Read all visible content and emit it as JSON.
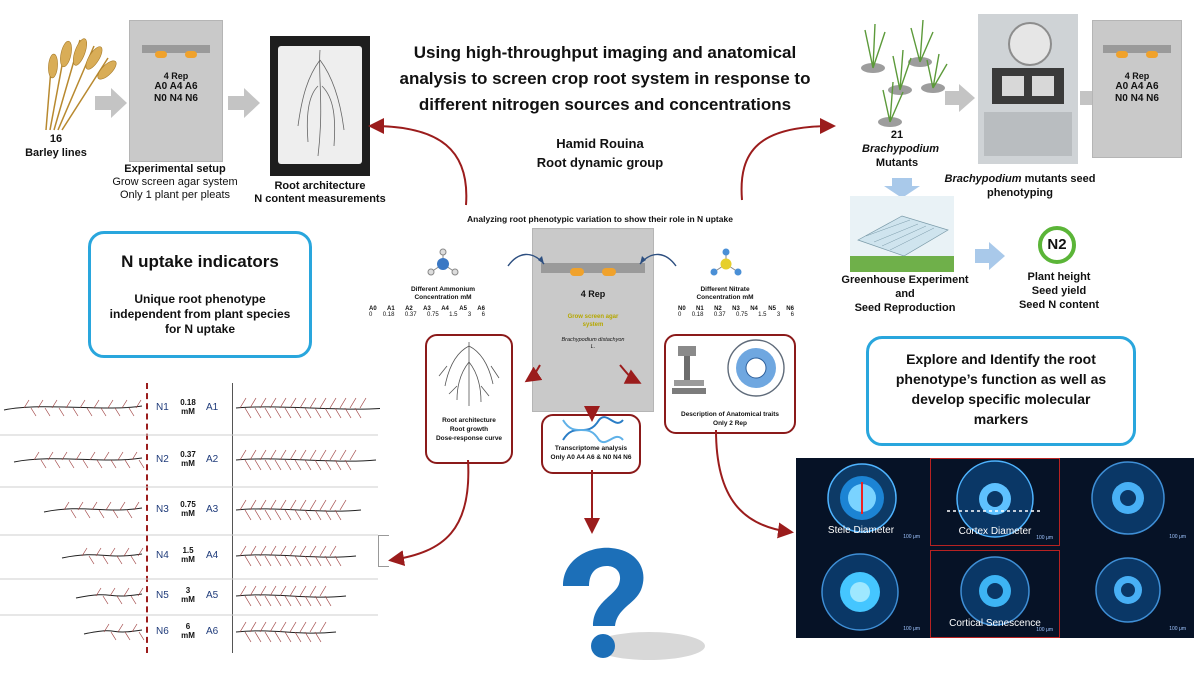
{
  "title": "Using high-throughput imaging and anatomical analysis to screen crop root system in response to different nitrogen sources and concentrations",
  "author": {
    "name": "Hamid Rouina",
    "group": "Root dynamic group"
  },
  "barley": {
    "count": "16",
    "label": "Barley lines"
  },
  "agar_plate": {
    "reps": "4 Rep",
    "line1": "A0 A4 A6",
    "line2": "N0 N4 N6"
  },
  "setup": {
    "title": "Experimental setup",
    "line1": "Grow screen agar system",
    "line2": "Only 1 plant per pleats"
  },
  "root_arch": {
    "title": "Root architecture",
    "line2": "N content measurements"
  },
  "brachy": {
    "count": "21",
    "species": "Brachypodium",
    "label": "Mutants",
    "seed_line1_species": "Brachypodium",
    "seed_line1_rest": " mutants seed",
    "seed_line2": "phenotyping"
  },
  "brachy_plate": {
    "reps": "4 Rep",
    "line1": "A0 A4 A6",
    "line2": "N0 N4 N6"
  },
  "greenhouse": {
    "line1": "Greenhouse Experiment",
    "line2": "and",
    "line3": "Seed Reproduction"
  },
  "n2": {
    "badge": "N2",
    "line1": "Plant height",
    "line2": "Seed yield",
    "line3": "Seed N content"
  },
  "n_uptake": {
    "title": "N uptake indicators",
    "body": "Unique root phenotype independent from plant species for N uptake"
  },
  "explore": {
    "body": "Explore and Identify the root phenotype’s function as well as develop specific molecular markers"
  },
  "center_heading": "Analyzing root phenotypic variation to show their role in N uptake",
  "center_plate": {
    "reps": "4 Rep",
    "system": "Grow screen agar system",
    "species": "Brachypodium distachyon L."
  },
  "ammonium": {
    "title": "Different Ammonium Concentration mM",
    "headers": [
      "A0",
      "A1",
      "A2",
      "A3",
      "A4",
      "A5",
      "A6"
    ],
    "values": [
      "0",
      "0.18",
      "0.37",
      "0.75",
      "1.5",
      "3",
      "6"
    ]
  },
  "nitrate": {
    "title": "Different Nitrate Concentration mM",
    "headers": [
      "N0",
      "N1",
      "N2",
      "N3",
      "N4",
      "N5",
      "N6"
    ],
    "values": [
      "0",
      "0.18",
      "0.37",
      "0.75",
      "1.5",
      "3",
      "6"
    ]
  },
  "box_arch": {
    "line1": "Root architecture",
    "line2": "Root growth",
    "line3": "Dose-response curve"
  },
  "box_transcript": {
    "line1": "Transcriptome analysis",
    "line2": "Only A0 A4 A6 & N0 N4 N6"
  },
  "box_anatomy": {
    "line1": "Description of Anatomical traits",
    "line2": "Only 2 Rep"
  },
  "root_rows": [
    {
      "n": "N1",
      "mm": "0.18",
      "unit": "mM",
      "a": "A1"
    },
    {
      "n": "N2",
      "mm": "0.37",
      "unit": "mM",
      "a": "A2"
    },
    {
      "n": "N3",
      "mm": "0.75",
      "unit": "mM",
      "a": "A3"
    },
    {
      "n": "N4",
      "mm": "1.5",
      "unit": "mM",
      "a": "A4"
    },
    {
      "n": "N5",
      "mm": "3",
      "unit": "mM",
      "a": "A5"
    },
    {
      "n": "N6",
      "mm": "6",
      "unit": "mM",
      "a": "A6"
    }
  ],
  "micro": {
    "stele": "Stele Diameter",
    "cortex": "Cortex Diameter",
    "senescence": "Cortical Senescence",
    "scale": "100 μm"
  },
  "colors": {
    "red_arrow": "#9b1c1c",
    "blue_box": "#29a6dd",
    "question": "#1c6fb8",
    "n2_green": "#5bb538"
  },
  "icons": [
    "wheat-icon",
    "arrow-right-icon",
    "question-mark-icon",
    "microscope-icon",
    "dna-icon",
    "molecule-icon"
  ]
}
